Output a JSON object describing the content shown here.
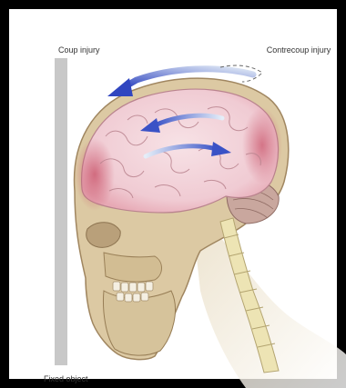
{
  "labels": {
    "coup_injury": "Coup injury",
    "contrecoup_injury": "Contrecoup injury",
    "fixed_object": "Fixed object"
  },
  "colors": {
    "frame": "#000000",
    "background": "#ffffff",
    "wall": "#c8c8c8",
    "skull": "#d9c6a0",
    "brain": "#f2d2d8",
    "bruise": "#d98a96",
    "spine": "#ece5b8",
    "arrow_dark": "#3b50c8",
    "arrow_light": "#8fb3e4"
  },
  "icons": {
    "arrow_main": "curved-arrow-left",
    "arrow_inner_left": "curved-arrow-left",
    "arrow_inner_right": "curved-arrow-right"
  }
}
